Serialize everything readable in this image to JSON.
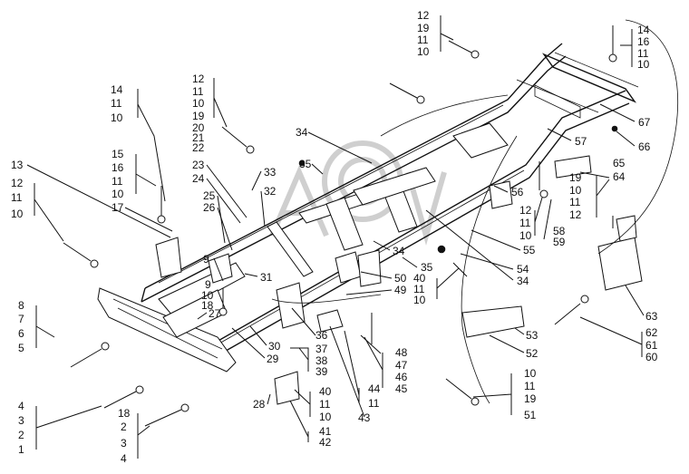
{
  "callouts": {
    "c1": "12",
    "c2": "19",
    "c3": "11",
    "c4": "10",
    "c5": "14",
    "c6": "16",
    "c7": "11",
    "c8": "10",
    "c9": "12",
    "c10": "11",
    "c11": "10",
    "c12": "19",
    "c13": "20",
    "c14": "21",
    "c15": "22",
    "c16": "14",
    "c17": "11",
    "c18": "10",
    "c19": "34",
    "c20": "67",
    "c21": "66",
    "c22": "57",
    "c23": "15",
    "c24": "16",
    "c25": "11",
    "c26": "10",
    "c27": "13",
    "c28": "12",
    "c29": "11",
    "c30": "10",
    "c31": "17",
    "c32": "23",
    "c33": "24",
    "c34": "25",
    "c35": "26",
    "c36": "33",
    "c37": "32",
    "c38": "35",
    "c39": "65",
    "c40": "64",
    "c41": "19",
    "c42": "10",
    "c43": "11",
    "c44": "12",
    "c45": "56",
    "c46": "12",
    "c47": "11",
    "c48": "10",
    "c49": "58",
    "c50": "59",
    "c51": "55",
    "c52": "54",
    "c53": "34",
    "c54": "34",
    "c55": "35",
    "c56": "40",
    "c57": "11",
    "c58": "10",
    "c59": "50",
    "c60": "49",
    "c61": "9",
    "c62": "31",
    "c63": "9",
    "c64": "10",
    "c65": "18",
    "c66": "27",
    "c67": "8",
    "c68": "7",
    "c69": "6",
    "c70": "5",
    "c71": "30",
    "c72": "29",
    "c73": "36",
    "c74": "37",
    "c75": "38",
    "c76": "39",
    "c77": "63",
    "c78": "62",
    "c79": "61",
    "c80": "60",
    "c81": "53",
    "c82": "52",
    "c83": "48",
    "c84": "47",
    "c85": "46",
    "c86": "45",
    "c87": "44",
    "c88": "11",
    "c89": "43",
    "c90": "40",
    "c91": "11",
    "c92": "10",
    "c93": "41",
    "c94": "42",
    "c95": "28",
    "c96": "4",
    "c97": "3",
    "c98": "2",
    "c99": "1",
    "c100": "18",
    "c101": "2",
    "c102": "3",
    "c103": "4",
    "c104": "10",
    "c105": "11",
    "c106": "19",
    "c107": "51"
  }
}
